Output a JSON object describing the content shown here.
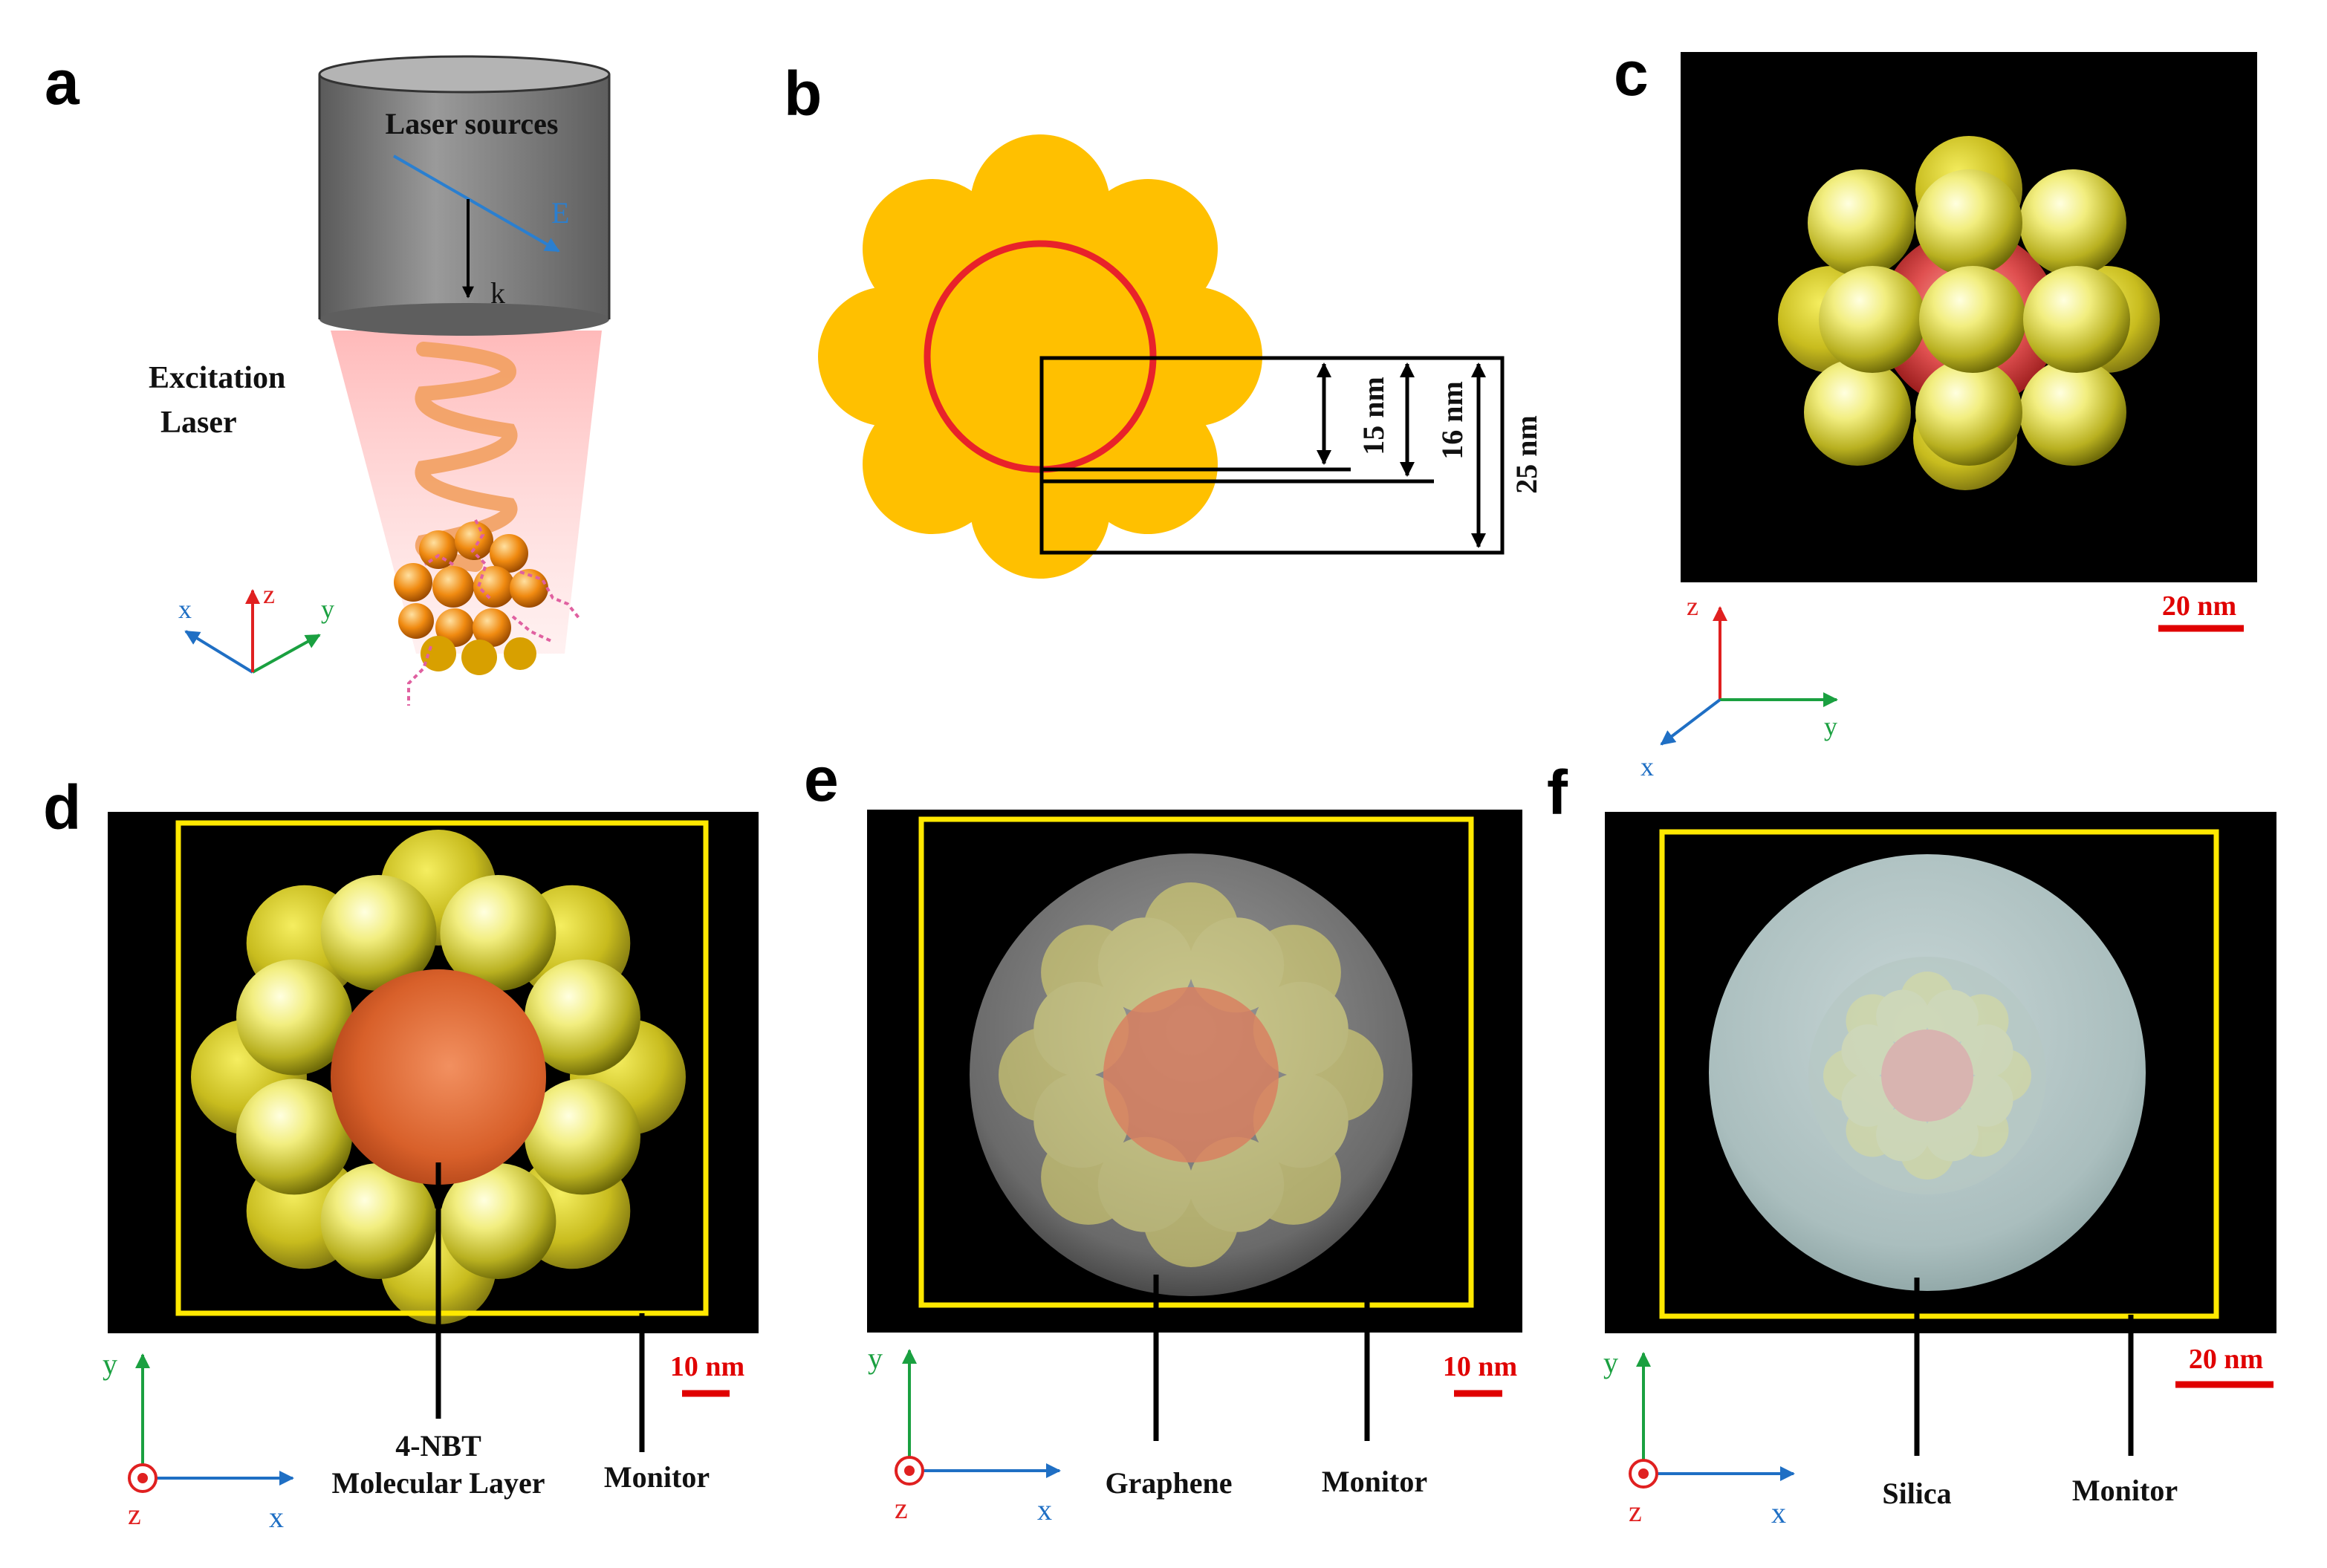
{
  "panels": {
    "a": {
      "label": "a",
      "laser_sources": "Laser sources",
      "e_label": "E",
      "k_label": "k",
      "excitation_1": "Excitation",
      "excitation_2": "Laser",
      "axis_x": "x",
      "axis_y": "y",
      "axis_z": "z"
    },
    "b": {
      "label": "b",
      "dim_15": "15 nm",
      "dim_16": "16 nm",
      "dim_25": "25 nm"
    },
    "c": {
      "label": "c",
      "scale": "20 nm",
      "axis_x": "x",
      "axis_y": "y",
      "axis_z": "z"
    },
    "d": {
      "label": "d",
      "scale": "10 nm",
      "callout_layer_1": "4-NBT",
      "callout_layer_2": "Molecular Layer",
      "callout_monitor": "Monitor",
      "axis_x": "x",
      "axis_y": "y",
      "axis_z": "z"
    },
    "e": {
      "label": "e",
      "scale": "10 nm",
      "callout_shell": "Graphene",
      "callout_monitor": "Monitor",
      "axis_x": "x",
      "axis_y": "y",
      "axis_z": "z"
    },
    "f": {
      "label": "f",
      "scale": "20 nm",
      "callout_shell": "Silica",
      "callout_monitor": "Monitor",
      "axis_x": "x",
      "axis_y": "y",
      "axis_z": "z"
    }
  },
  "colors": {
    "gold": "#FFC000",
    "red_core": "#E8222A",
    "monitor": "#FFE800",
    "axis_x": "#1F6FC4",
    "axis_y": "#1AA040",
    "axis_z": "#E02020",
    "scale_bar": "#E00000",
    "e_field": "#2A7FD0"
  }
}
